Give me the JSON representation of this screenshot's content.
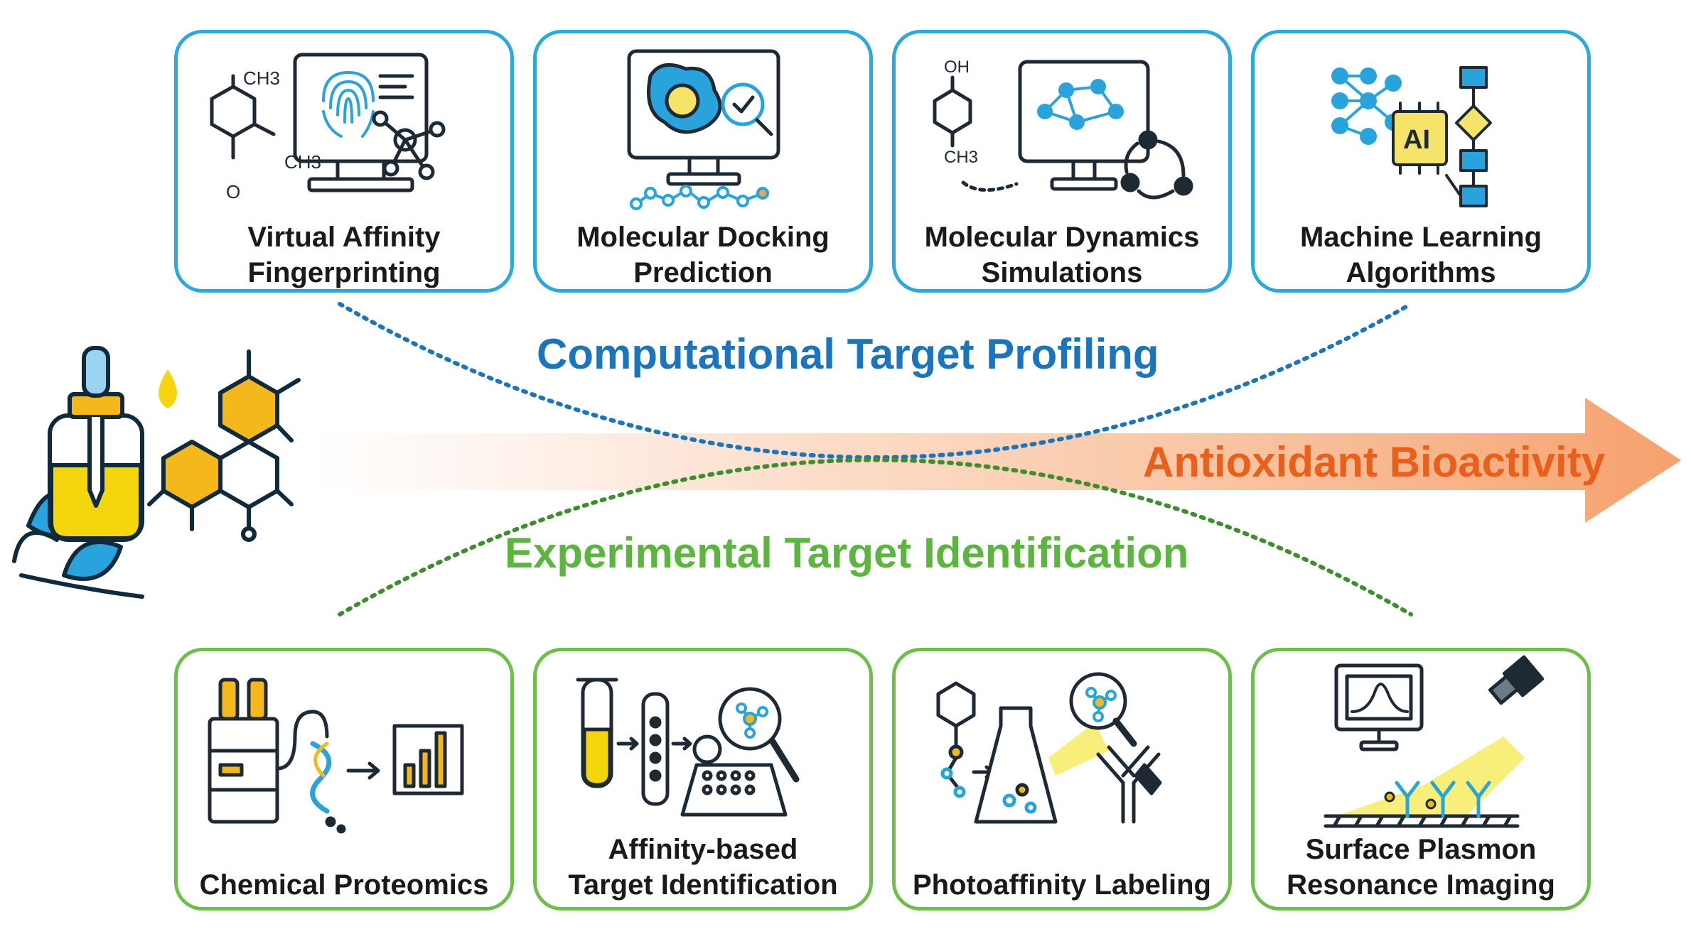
{
  "colors": {
    "computational": "#1b75bc",
    "experimental": "#5cb53f",
    "bioactivity": "#e8601c",
    "card_border_blue": "#29a9e0",
    "card_border_green": "#6cc04a"
  },
  "headings": {
    "computational": "Computational Target Profiling",
    "experimental": "Experimental Target Identification",
    "bioactivity": "Antioxidant Bioactivity"
  },
  "computational_cards": [
    {
      "line1": "Virtual Affinity",
      "line2": "Fingerprinting",
      "icon": "fingerprint-monitor-icon",
      "chem_labels": [
        "CH3",
        "CH3",
        "O"
      ]
    },
    {
      "line1": "Molecular Docking",
      "line2": "Prediction",
      "icon": "docking-monitor-icon"
    },
    {
      "line1": "Molecular Dynamics",
      "line2": "Simulations",
      "icon": "dynamics-monitor-icon",
      "chem_labels": [
        "OH",
        "CH3"
      ]
    },
    {
      "line1": "Machine Learning",
      "line2": "Algorithms",
      "icon": "ai-chip-icon",
      "chip_text": "AI"
    }
  ],
  "experimental_cards": [
    {
      "line1": "Chemical Proteomics",
      "line2": "",
      "icon": "mass-spectrometry-icon"
    },
    {
      "line1": "Affinity-based",
      "line2": "Target Identification",
      "icon": "affinity-tubes-icon"
    },
    {
      "line1": "Photoaffinity Labeling",
      "line2": "",
      "icon": "photoaffinity-flask-icon"
    },
    {
      "line1": "Surface Plasmon",
      "line2": "Resonance Imaging",
      "icon": "spr-sensor-icon"
    }
  ],
  "left_icon": "essential-oil-molecule-icon"
}
